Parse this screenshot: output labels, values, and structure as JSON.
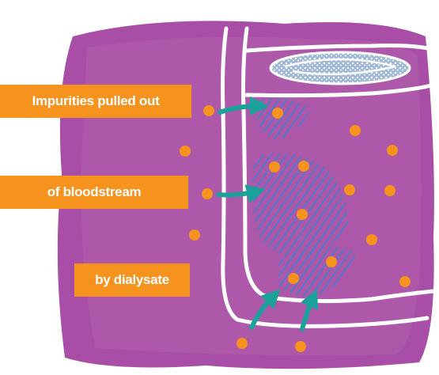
{
  "labels": {
    "line1": "Impurities pulled out",
    "line2": "of bloodstream",
    "line3": "by dialysate"
  },
  "colors": {
    "tissue": "#a94ea6",
    "tissue_dark": "#8e3a8c",
    "vessel_interior": "#b55eb0",
    "vessel_wall": "#ffffff",
    "label_bg": "#f6921e",
    "impurity_dot": "#f6921e",
    "diffusion": "#3f7fd0",
    "arrow": "#1aa29a"
  },
  "icons": [
    "arrow-icon",
    "impurity-dot",
    "cell-nucleus"
  ]
}
